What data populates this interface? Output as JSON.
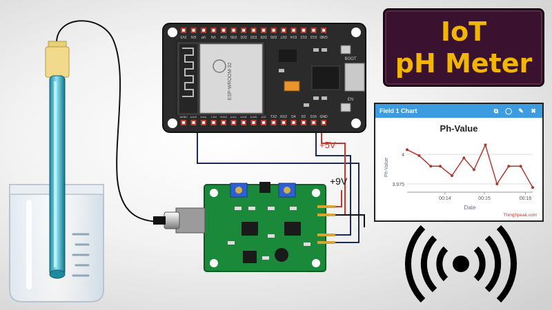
{
  "title": {
    "line1": "IoT",
    "line2": "pH Meter",
    "text_color": "#f2b600",
    "bg_color": "#3a1230"
  },
  "esp32": {
    "chip_label": "ESP-WROOM-32",
    "top_pins": [
      "3V3",
      "EN",
      "VP",
      "VN",
      "D34",
      "D35",
      "D32",
      "D33",
      "D25",
      "D26",
      "D27",
      "D14",
      "D12",
      "D13",
      "GND"
    ],
    "bottom_pins": [
      "GND",
      "D23",
      "D22",
      "TX0",
      "RX0",
      "D21",
      "D19",
      "D18",
      "D5",
      "TX2",
      "RX2",
      "D4",
      "D2",
      "D15",
      "GND"
    ],
    "boot_label": "BOOT",
    "en_label": "EN",
    "board_color": "#2b2b2b"
  },
  "power_labels": {
    "five_volt": "+5V",
    "nine_volt": "+9V"
  },
  "thingspeak": {
    "header_title": "Field 1 Chart",
    "header_icons": [
      "external-link-icon",
      "comment-icon",
      "pencil-icon",
      "close-icon"
    ],
    "footer": "ThingSpeak.com",
    "accent": "#3d9be0"
  },
  "chart_data": {
    "type": "line",
    "title": "Ph-Value",
    "xlabel": "Date",
    "ylabel": "Ph-Value",
    "x_ticks": [
      "00:14",
      "00:15",
      "00:16"
    ],
    "y_ticks": [
      3.975,
      4
    ],
    "ylim": [
      3.968,
      4.01
    ],
    "series": [
      {
        "color": "#b03a2e",
        "points": [
          {
            "t": 0.0,
            "y": 4.004
          },
          {
            "t": 0.38,
            "y": 3.999
          },
          {
            "t": 0.75,
            "y": 3.99
          },
          {
            "t": 1.05,
            "y": 3.99
          },
          {
            "t": 1.42,
            "y": 3.982
          },
          {
            "t": 1.8,
            "y": 3.997
          },
          {
            "t": 2.12,
            "y": 3.987
          },
          {
            "t": 2.48,
            "y": 4.008
          },
          {
            "t": 2.85,
            "y": 3.975
          },
          {
            "t": 3.22,
            "y": 3.99
          },
          {
            "t": 3.6,
            "y": 3.99
          },
          {
            "t": 3.98,
            "y": 3.972
          }
        ]
      }
    ],
    "x_tick_positions_t": [
      1.2,
      2.45,
      3.75
    ],
    "grid": true
  },
  "wifi_icon": {
    "name": "wireless-signal-icon",
    "color": "#000000"
  }
}
